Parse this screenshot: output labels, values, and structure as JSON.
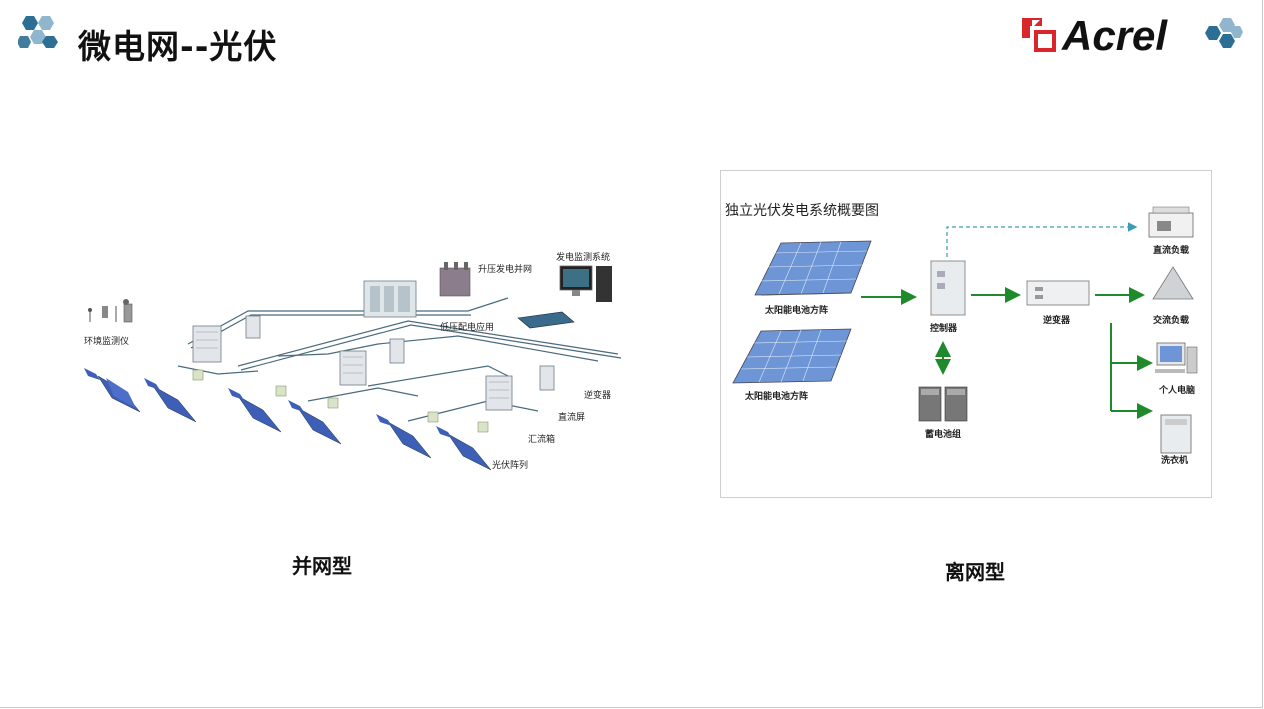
{
  "header": {
    "title": "微电网--光伏",
    "logo_text": "Acrel"
  },
  "colors": {
    "hex_light": "#8fb6cc",
    "hex_dark": "#2d6f94",
    "logo_red": "#d9262b",
    "arrow_green": "#1f8a2c",
    "dashed_teal": "#3a9db5",
    "panel_blue": "#3e5fb8"
  },
  "grid_diagram": {
    "caption": "并网型",
    "labels": {
      "env_monitor": "环境监测仪",
      "transformer": "升压发电并网",
      "monitor_system": "发电监测系统",
      "low_voltage": "低压配电应用",
      "inverter": "逆变器",
      "dc_cabinet": "直流屏",
      "combiner": "汇流箱",
      "pv_array": "光伏阵列"
    }
  },
  "offgrid_diagram": {
    "caption": "离网型",
    "title": "独立光伏发电系统概要图",
    "labels": {
      "solar_array_1": "太阳能电池方阵",
      "solar_array_2": "太阳能电池方阵",
      "controller": "控制器",
      "battery": "蓄电池组",
      "inverter": "逆变器",
      "dc_load": "直流负载",
      "ac_load": "交流负载",
      "pc": "个人电脑",
      "washer": "洗衣机"
    }
  }
}
